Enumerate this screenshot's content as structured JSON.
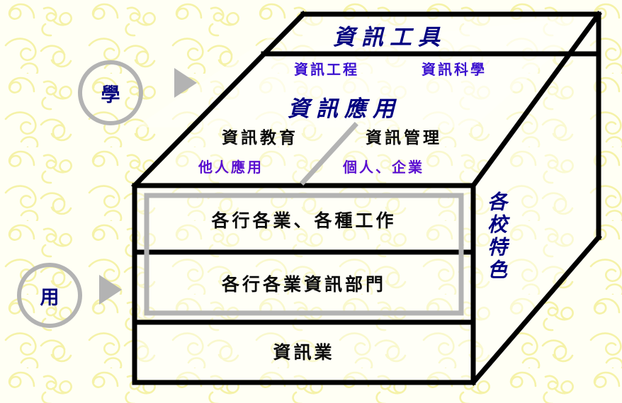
{
  "diagram": {
    "title_top_face": "資訊工具",
    "title_middle_face": "資訊應用",
    "side_face_label": "各校特色",
    "top_face_subitems": [
      "資訊工程",
      "資訊科學"
    ],
    "middle_face_subitems_black": [
      "資訊教育",
      "資訊管理"
    ],
    "middle_face_subitems_purple": [
      "他人應用",
      "個人、企業"
    ],
    "front_rows": [
      "各行各業、各種工作",
      "各行各業資訊部門",
      "資訊業"
    ],
    "markers": [
      {
        "label": "學"
      },
      {
        "label": "用"
      }
    ],
    "colors": {
      "navy": "#000080",
      "blue": "#3A0FCF",
      "purple": "#5A0FD0",
      "black": "#0B0B0B",
      "gray_line": "#B3B3B3",
      "background": "#FFFFF4",
      "swirl": "#F7F5B0"
    }
  }
}
